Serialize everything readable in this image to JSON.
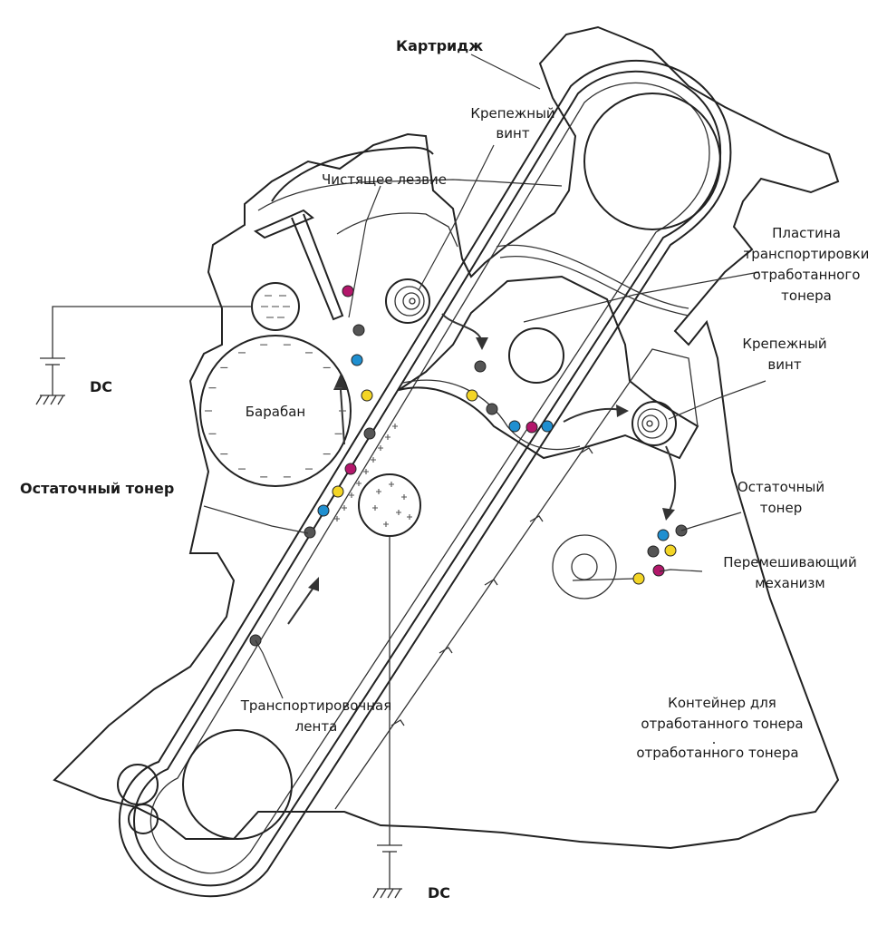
{
  "labels": {
    "cartridge": "Картридж",
    "screw_top_1": "Крепежный",
    "screw_top_2": "винт",
    "blade": "Чистящее лезвие",
    "plate_1": "Пластина",
    "plate_2": "транспортировки",
    "plate_3": "отработанного",
    "plate_4": "тонера",
    "screw_right_1": "Крепежный",
    "screw_right_2": "винт",
    "dc_left": "DC",
    "drum": "Барабан",
    "residual_left": "Остаточный тонер",
    "residual_right_1": "Остаточный",
    "residual_right_2": "тонер",
    "mixer_1": "Перемешивающий",
    "mixer_2": "механизм",
    "belt_1": "Транспортировочная",
    "belt_2": "лента",
    "container_1": "Контейнер для",
    "container_2": "отработанного тонера",
    "container_dot": ".",
    "container_3": "отработанного тонера",
    "dc_bottom": "DC"
  },
  "colors": {
    "toner_magenta": "#b3176b",
    "toner_cyan": "#1f8fd0",
    "toner_yellow": "#f3d526",
    "toner_black": "#555555",
    "line": "#222222"
  }
}
